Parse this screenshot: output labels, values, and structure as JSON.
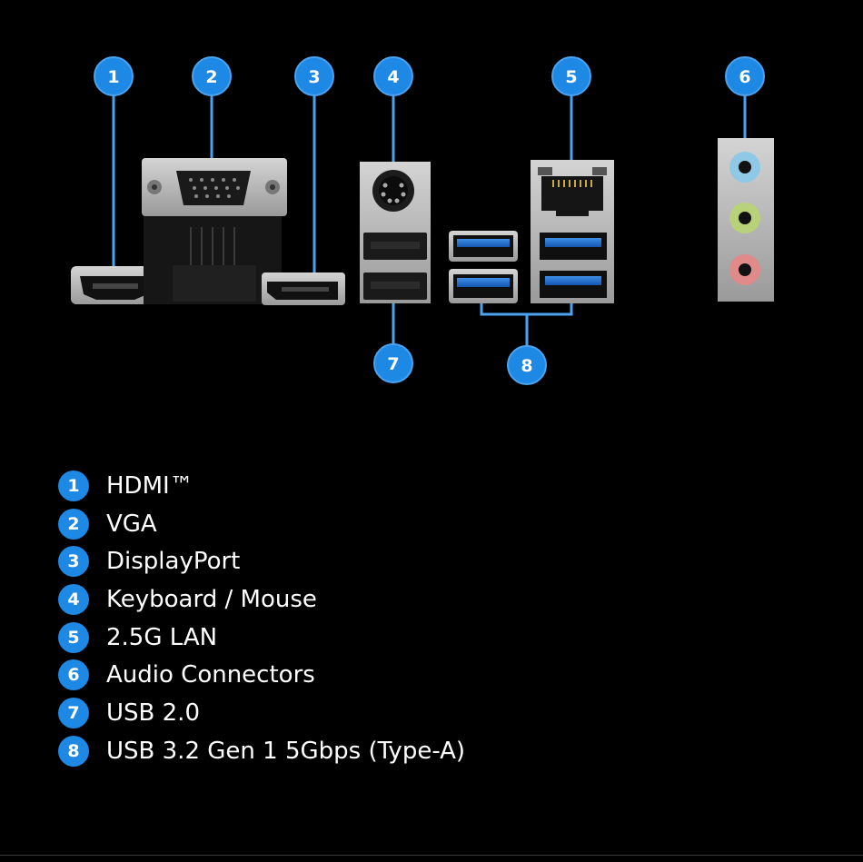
{
  "colors": {
    "badge": "#1e88e5",
    "line": "#4aa3f0",
    "background": "#000000"
  },
  "badges": [
    {
      "n": "1"
    },
    {
      "n": "2"
    },
    {
      "n": "3"
    },
    {
      "n": "4"
    },
    {
      "n": "5"
    },
    {
      "n": "6"
    },
    {
      "n": "7"
    },
    {
      "n": "8"
    }
  ],
  "legend": [
    {
      "n": "1",
      "label": "HDMI™"
    },
    {
      "n": "2",
      "label": "VGA"
    },
    {
      "n": "3",
      "label": "DisplayPort"
    },
    {
      "n": "4",
      "label": "Keyboard / Mouse"
    },
    {
      "n": "5",
      "label": "2.5G LAN"
    },
    {
      "n": "6",
      "label": "Audio Connectors"
    },
    {
      "n": "7",
      "label": "USB 2.0"
    },
    {
      "n": "8",
      "label": "USB 3.2 Gen 1 5Gbps (Type-A)"
    }
  ]
}
